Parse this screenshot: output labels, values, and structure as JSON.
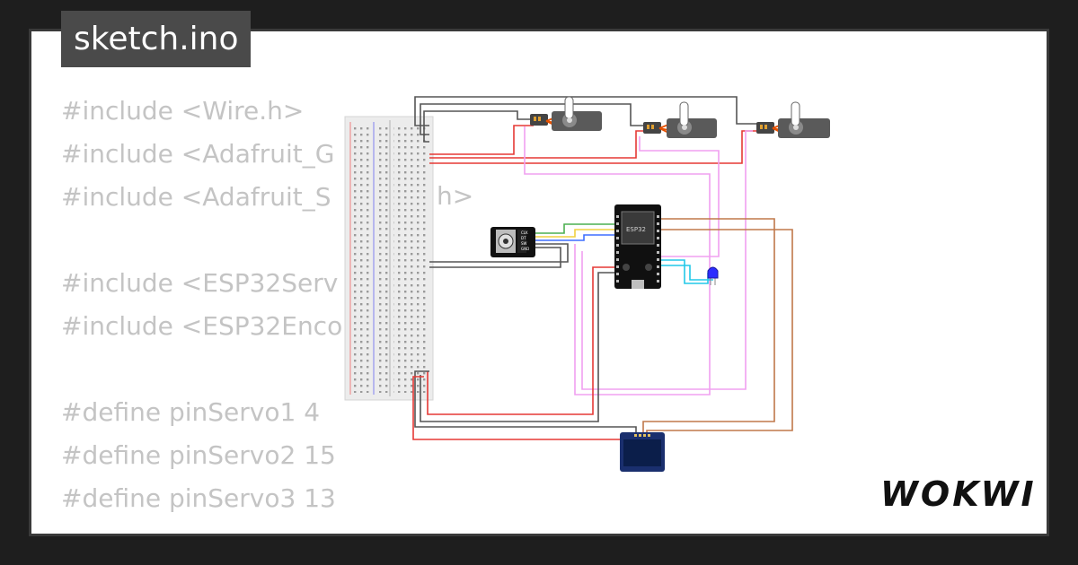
{
  "file_tab": {
    "label": "sketch.ino"
  },
  "code_lines": [
    "#include <Wire.h>",
    "#include <Adafruit_G",
    "#include <Adafruit_S",
    "",
    "#include <ESP32Serv",
    "#include <ESP32Enco",
    "",
    "#define pinServo1 4",
    "#define pinServo2 15",
    "#define pinServo3 13",
    ""
  ],
  "code_fragments": {
    "line3_tail": "h>"
  },
  "esp32": {
    "label": "ESP32"
  },
  "encoder": {
    "pins": [
      "CLK",
      "DT",
      "SW",
      "GND"
    ]
  },
  "brand": {
    "logo": "WOKWI"
  },
  "colors": {
    "background": "#1e1e1e",
    "card": "#ffffff",
    "tab": "#4a4a4a",
    "code_text": "#c4c4c4",
    "wire_red": "#e53935",
    "wire_gray": "#555555",
    "wire_pink": "#f0a0f0",
    "wire_brown": "#c0784a",
    "wire_cyan": "#22c8e8",
    "wire_green": "#4caf50",
    "wire_yellow": "#f0d040",
    "wire_blue": "#3f6fff",
    "led": "#2c2cff",
    "oled": "#0b1e4a"
  }
}
